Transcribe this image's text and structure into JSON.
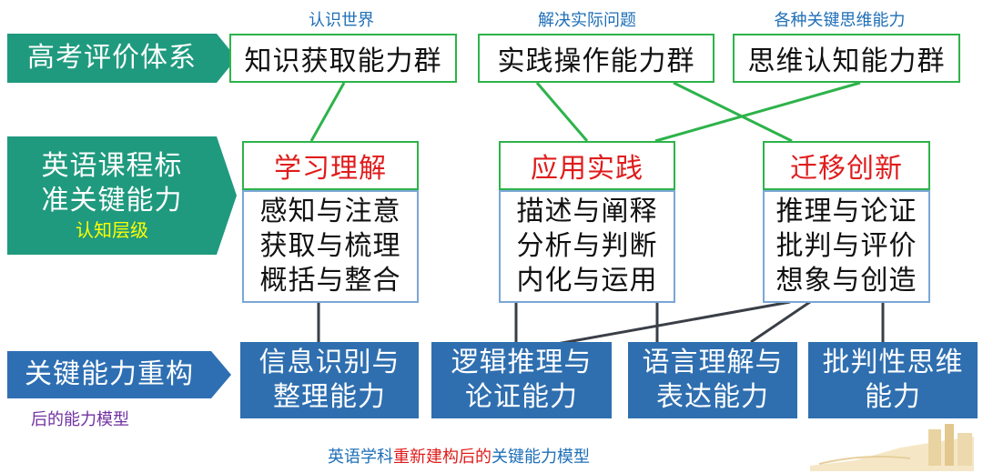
{
  "rows": {
    "gaokao": "高考评价体系",
    "course_line1": "英语课程标",
    "course_line2": "准关键能力",
    "course_sub": "认知层级",
    "rebuild": "关键能力重构",
    "rebuild_sub": "后的能力模型"
  },
  "top_labels": [
    "认识世界",
    "解决实际问题",
    "各种关键思维能力"
  ],
  "gaokao_boxes": [
    "知识获取能力群",
    "实践操作能力群",
    "思维认知能力群"
  ],
  "levels": [
    {
      "title": "学习理解",
      "items": [
        "感知与注意",
        "获取与梳理",
        "概括与整合"
      ]
    },
    {
      "title": "应用实践",
      "items": [
        "描述与阐释",
        "分析与判断",
        "内化与运用"
      ]
    },
    {
      "title": "迁移创新",
      "items": [
        "推理与论证",
        "批判与评价",
        "想象与创造"
      ]
    }
  ],
  "abilities": [
    {
      "line1": "信息识别与",
      "line2": "整理能力"
    },
    {
      "line1": "逻辑推理与",
      "line2": "论证能力"
    },
    {
      "line1": "语言理解与",
      "line2": "表达能力"
    },
    {
      "line1": "批判性思维",
      "line2": "能力"
    }
  ],
  "caption": {
    "part1": "英语学科",
    "part2": "重新建构后的",
    "part3": "关键能力模型"
  },
  "colors": {
    "teal": "#1f9a7e",
    "green": "#2db34a",
    "red": "#e01c1c",
    "blue": "#2f6fb0",
    "yellow": "#ffff00",
    "purple": "#7030a0"
  }
}
